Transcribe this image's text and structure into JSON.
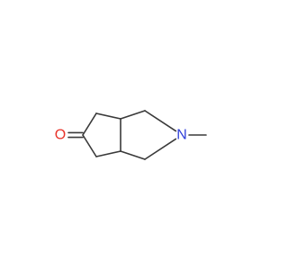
{
  "molecule": {
    "atoms": [
      {
        "id": "O",
        "label": "O",
        "color": "#e8332a"
      },
      {
        "id": "N",
        "label": "N",
        "color": "#2f3fd9"
      },
      {
        "id": "C1"
      },
      {
        "id": "C2"
      },
      {
        "id": "C3"
      },
      {
        "id": "C4"
      },
      {
        "id": "C5"
      },
      {
        "id": "C6"
      },
      {
        "id": "C7"
      },
      {
        "id": "Me"
      }
    ],
    "bonds": [
      {
        "from": "O",
        "to": "C1",
        "order": 2
      },
      {
        "from": "C1",
        "to": "C2",
        "order": 1
      },
      {
        "from": "C1",
        "to": "C3",
        "order": 1
      },
      {
        "from": "C2",
        "to": "C4",
        "order": 1
      },
      {
        "from": "C3",
        "to": "C5",
        "order": 1
      },
      {
        "from": "C4",
        "to": "C5",
        "order": 1
      },
      {
        "from": "C4",
        "to": "C6",
        "order": 1
      },
      {
        "from": "C5",
        "to": "C7",
        "order": 1
      },
      {
        "from": "C6",
        "to": "N",
        "order": 1
      },
      {
        "from": "C7",
        "to": "N",
        "order": 1
      },
      {
        "from": "N",
        "to": "Me",
        "order": 1
      }
    ],
    "bond_color": "#3a3a3a"
  }
}
